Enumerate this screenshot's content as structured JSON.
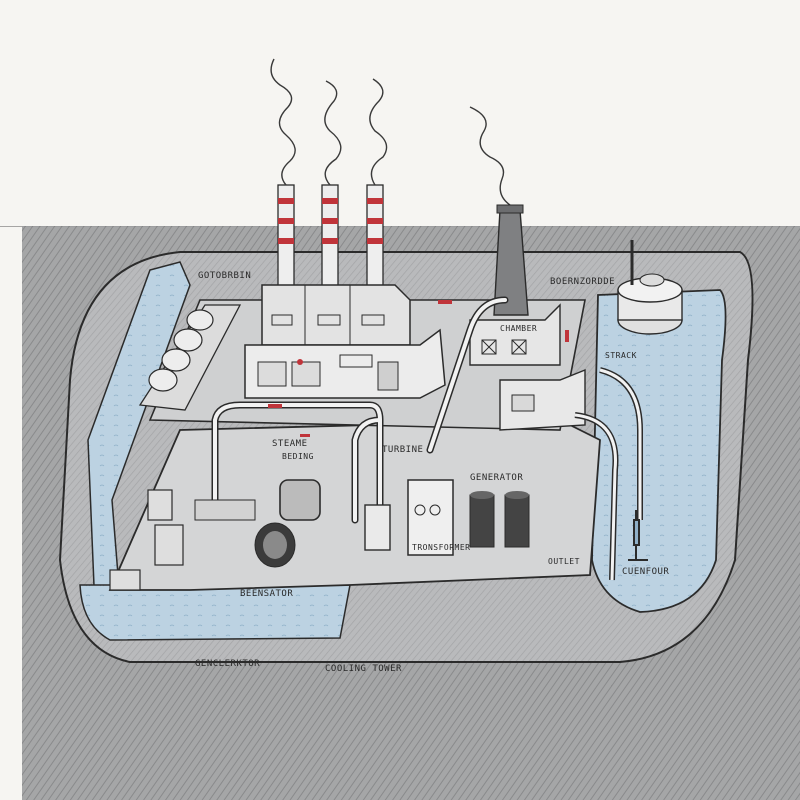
{
  "labels": {
    "top_left": "GOTOBRBIN",
    "top_right": "BOERNZORDDE",
    "chamber": "CHAMBER",
    "stack": "STRACK",
    "steam": "STEAME",
    "steam_sub": "BEDING",
    "turbine": "TURBINE",
    "generator": "GENERATOR",
    "transformer": "TRONSFORMER",
    "outlet": "OUTLET",
    "condenser": "CUENFOUR",
    "basin": "BEENSATOR",
    "bottom_left": "GENCLERKTOR",
    "cooling_tower": "COOLING TOWER"
  },
  "colors": {
    "ink": "#2b2b2b",
    "stripe": "#c0343a",
    "water": "#bcd2e2",
    "ground": "#8f9092",
    "concrete": "#d6d7d8",
    "paper": "#f6f5f2",
    "smoke": "#3a3a3a"
  }
}
